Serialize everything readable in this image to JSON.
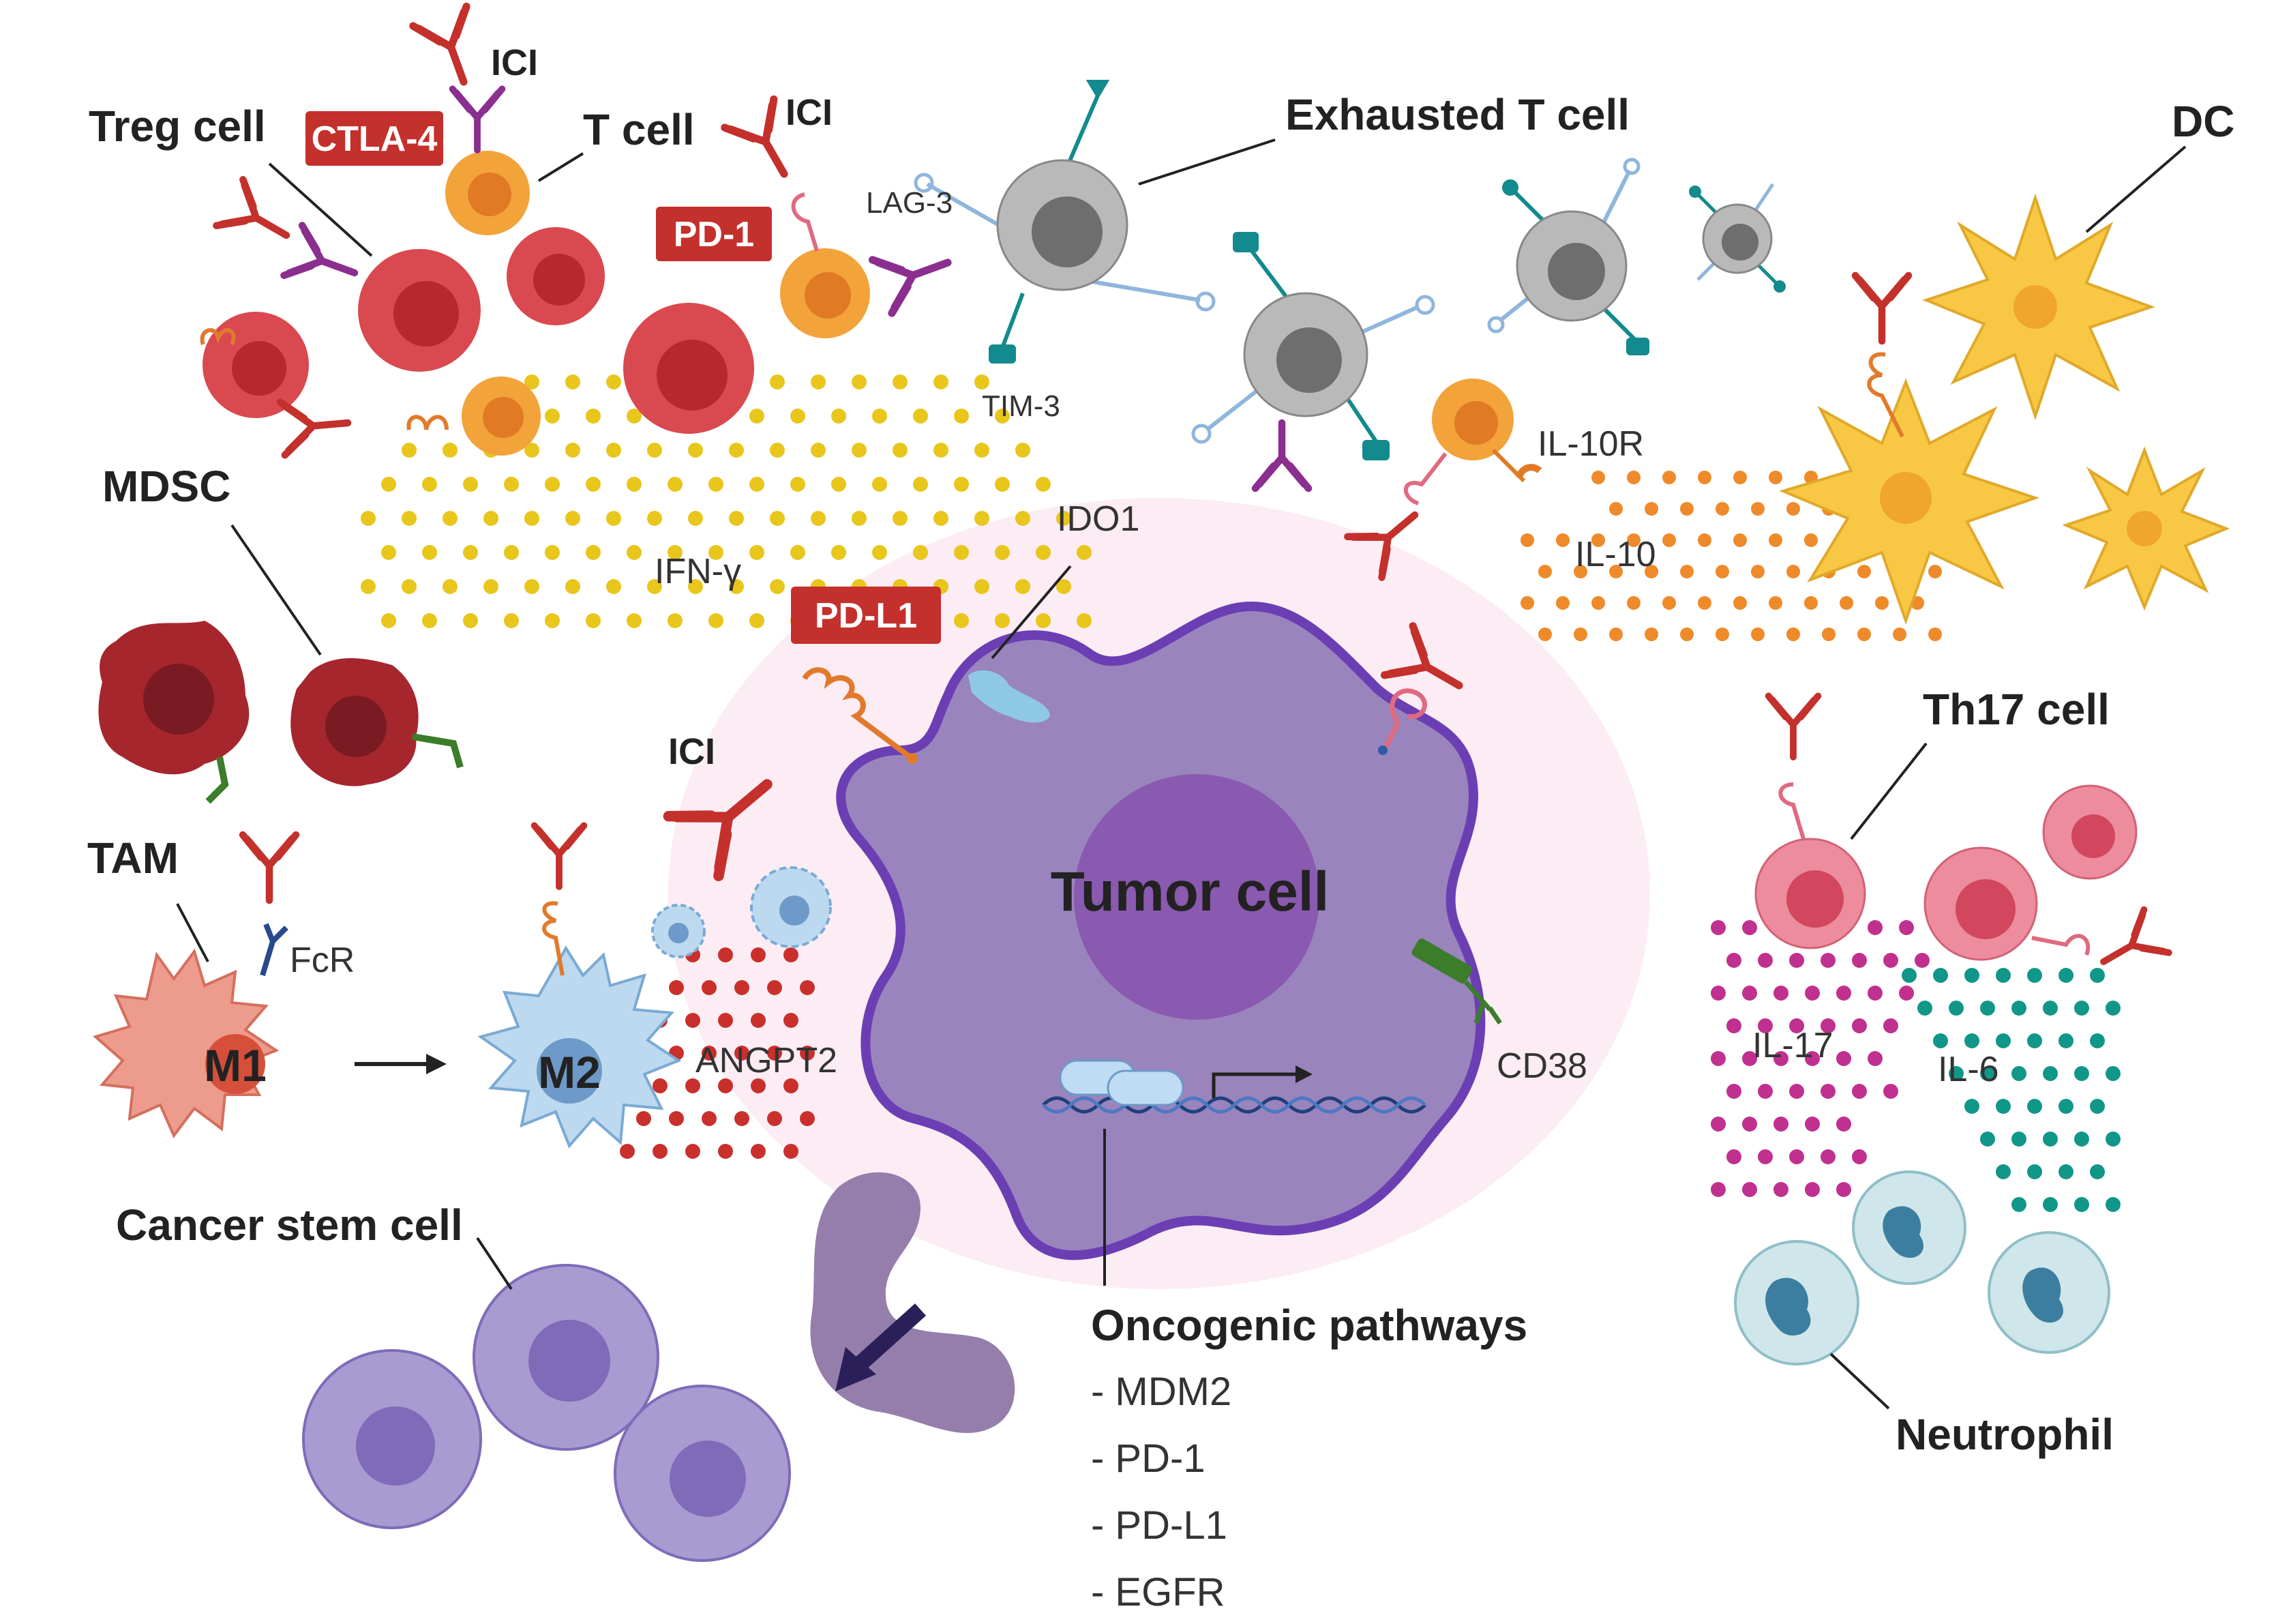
{
  "labels": {
    "treg_cell": "Treg cell",
    "t_cell": "T cell",
    "ici_top1": "ICI",
    "ici_top2": "ICI",
    "ici_center": "ICI",
    "ctla4": "CTLA-4",
    "pd1": "PD-1",
    "pdl1": "PD-L1",
    "exhausted_t_cell": "Exhausted T cell",
    "lag3": "LAG-3",
    "tim3": "TIM-3",
    "dc": "DC",
    "il10r": "IL-10R",
    "il10": "IL-10",
    "mdsc": "MDSC",
    "ifn_gamma": "IFN-γ",
    "ido1": "IDO1",
    "tumor_cell": "Tumor cell",
    "cd38": "CD38",
    "tam": "TAM",
    "fcr": "FcR",
    "m1": "M1",
    "m2": "M2",
    "angpt2": "ANGPT2",
    "th17_cell": "Th17 cell",
    "il17": "IL-17",
    "il6": "IL-6",
    "neutrophil": "Neutrophil",
    "cancer_stem_cell": "Cancer stem cell",
    "oncogenic_title": "Oncogenic pathways"
  },
  "oncogenic_pathways": [
    "- MDM2",
    "- PD-1",
    "- PD-L1",
    "- EGFR"
  ],
  "colors": {
    "red_cell": "#d9494f",
    "red_nucleus": "#b8262e",
    "orange_cell": "#f2a33a",
    "orange_nucleus": "#e07a24",
    "gray_cell": "#b9b9b9",
    "gray_nucleus": "#6e6e6e",
    "yellow_dc": "#f8c845",
    "tumor": "#9a84bd",
    "tumor_outline": "#6b3fb3",
    "tumor_nucleus": "#8a59b0",
    "halo": "#fcecf4",
    "ifn_dots": "#e8c61c",
    "il10_dots": "#ef8a2a",
    "angpt2_dots": "#c9302c",
    "il17_dots": "#c0308f",
    "il6_dots": "#11968a",
    "tag_red": "#c4302b",
    "stem_cell": "#a89bd2",
    "stem_nucleus": "#7f6bb8",
    "neutrophil": "#cfe6ea",
    "th17": "#ec8c9c",
    "m1": "#ec9b8c",
    "m2": "#bcd9ef"
  }
}
